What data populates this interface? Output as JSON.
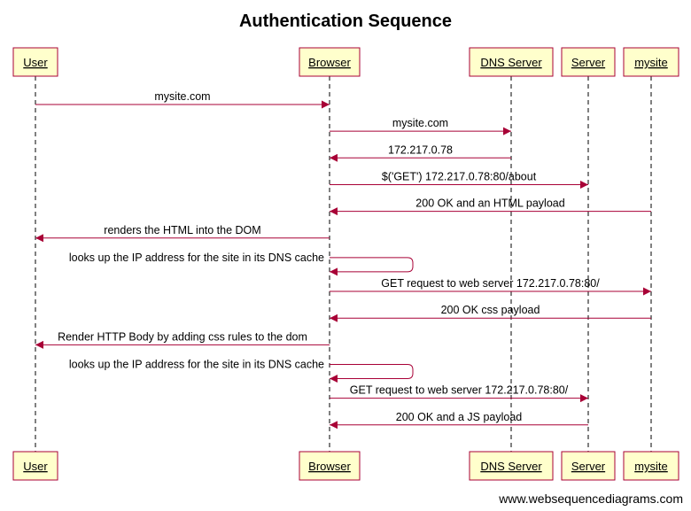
{
  "title": "Authentication Sequence",
  "watermark": "www.websequencediagrams.com",
  "colors": {
    "participant_fill": "#ffffcc",
    "accent": "#a80036",
    "text": "#000000"
  },
  "participants": [
    {
      "id": "user",
      "label": "User"
    },
    {
      "id": "browser",
      "label": "Browser"
    },
    {
      "id": "dns",
      "label": "DNS Server"
    },
    {
      "id": "server",
      "label": "Server"
    },
    {
      "id": "mysite",
      "label": "mysite"
    }
  ],
  "messages": [
    {
      "from": "user",
      "to": "browser",
      "label": "mysite.com"
    },
    {
      "from": "browser",
      "to": "dns",
      "label": "mysite.com"
    },
    {
      "from": "dns",
      "to": "browser",
      "label": "172.217.0.78"
    },
    {
      "from": "browser",
      "to": "server",
      "label": "$('GET')  172.217.0.78:80/about"
    },
    {
      "from": "mysite",
      "to": "browser",
      "label": "200 OK and an HTML payload"
    },
    {
      "from": "browser",
      "to": "user",
      "label": "renders the HTML into the DOM"
    },
    {
      "from": "browser",
      "to": "browser",
      "label": "looks up the IP address for the site in its DNS cache"
    },
    {
      "from": "browser",
      "to": "mysite",
      "label": "GET request to web server 172.217.0.78:80/"
    },
    {
      "from": "mysite",
      "to": "browser",
      "label": "200 OK css payload"
    },
    {
      "from": "browser",
      "to": "user",
      "label": "Render HTTP Body by adding css rules to the dom"
    },
    {
      "from": "browser",
      "to": "browser",
      "label": "looks up the IP address for the site in its DNS cache"
    },
    {
      "from": "browser",
      "to": "server",
      "label": "GET request to web server 172.217.0.78:80/"
    },
    {
      "from": "server",
      "to": "browser",
      "label": "200 OK and a JS payload"
    }
  ]
}
